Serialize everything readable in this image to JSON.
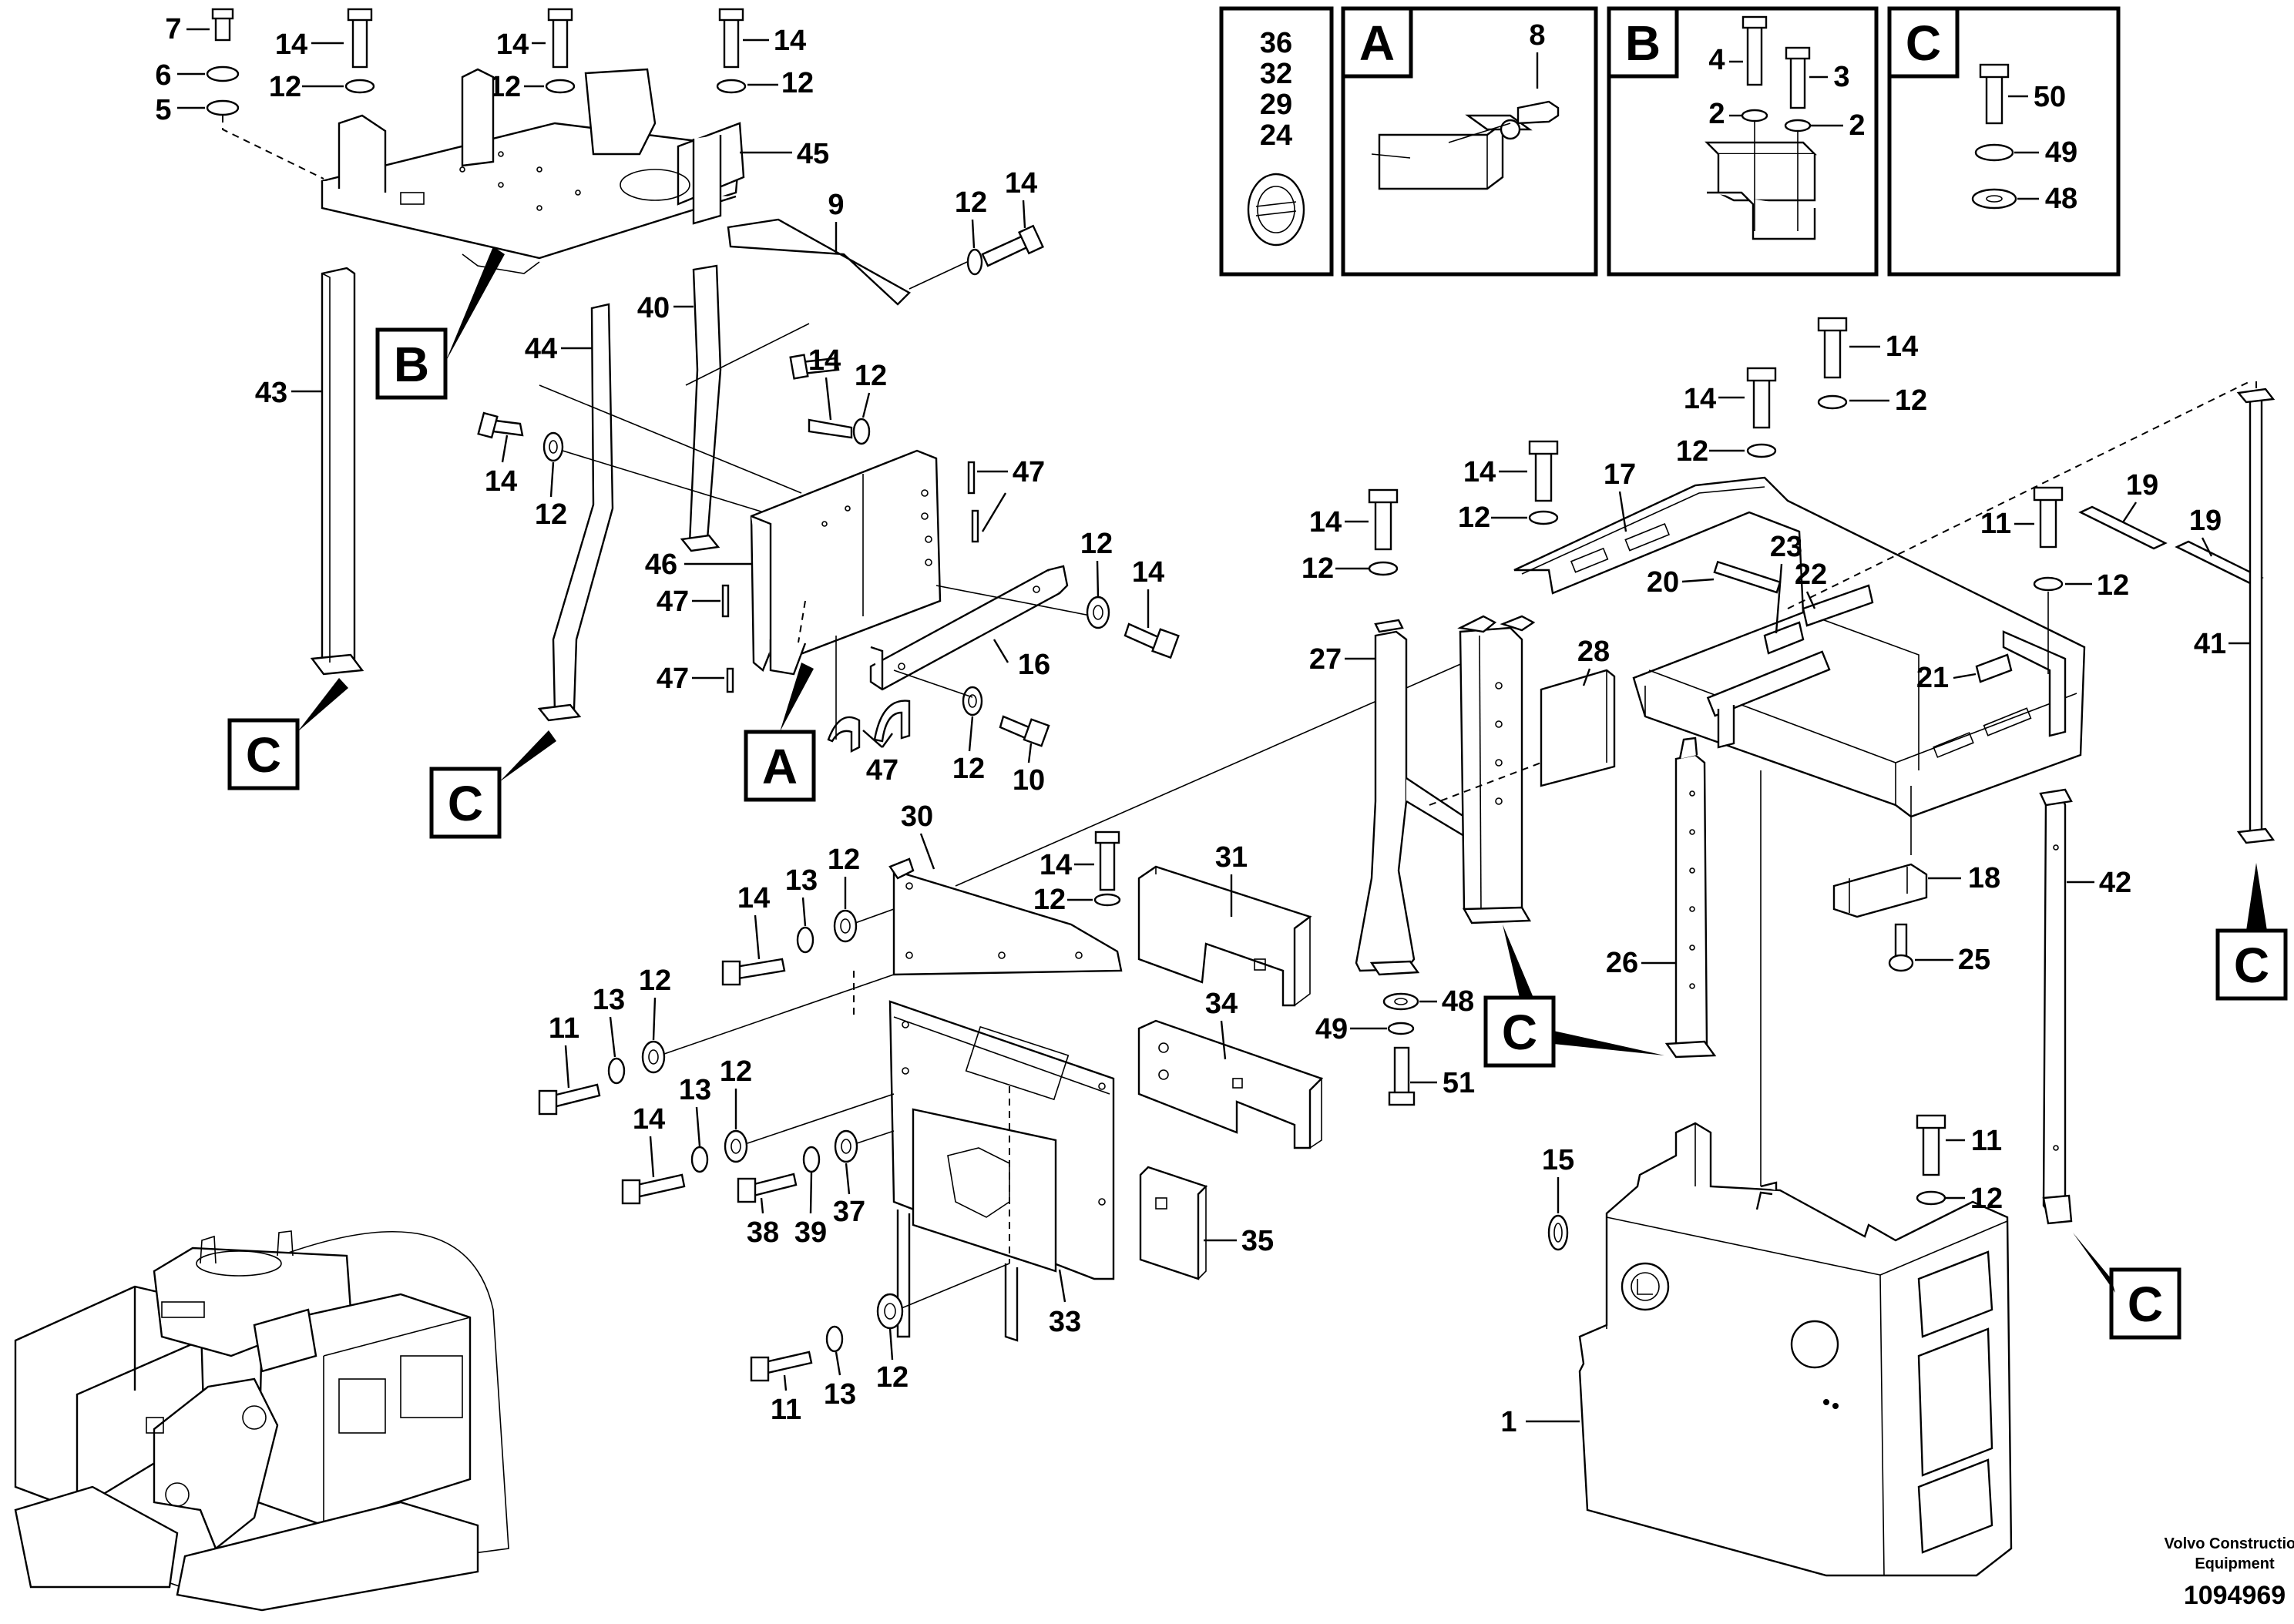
{
  "labels": {
    "n7": "7",
    "n6": "6",
    "n5": "5",
    "n14a": "14",
    "n12a": "12",
    "n14b": "14",
    "n12b": "12",
    "n14c": "14",
    "n12c": "12",
    "n45": "45",
    "n9": "9",
    "n12d": "12",
    "n14d": "14",
    "n40": "40",
    "n44": "44",
    "n43": "43",
    "n14e": "14",
    "n12e": "12",
    "n14f": "14",
    "n12f": "12",
    "n47a": "47",
    "n46": "46",
    "n47b": "47",
    "n12g": "12",
    "n14g": "14",
    "n16": "16",
    "n47c": "47",
    "n47d": "47",
    "n12h": "12",
    "n10": "10",
    "n30": "30",
    "n14h": "14",
    "n12i": "12",
    "n31": "31",
    "n14i": "14",
    "n13a": "13",
    "n12j": "12",
    "n11a": "11",
    "n13b": "13",
    "n12k": "12",
    "n34": "34",
    "n14j": "14",
    "n13c": "13",
    "n12l": "12",
    "n38": "38",
    "n39": "39",
    "n37": "37",
    "n35": "35",
    "n33": "33",
    "n11b": "11",
    "n13d": "13",
    "n12m": "12",
    "n36": "36",
    "n32": "32",
    "n29": "29",
    "n24": "24",
    "n8": "8",
    "n4": "4",
    "n3": "3",
    "n2a": "2",
    "n2b": "2",
    "n50": "50",
    "n49a": "49",
    "n48a": "48",
    "n14k": "14",
    "n12n": "12",
    "n14l": "14",
    "n12o": "12",
    "n14m": "14",
    "n12p": "12",
    "n17": "17",
    "n14n": "14",
    "n12q": "12",
    "n19a": "19",
    "n19b": "19",
    "n11c": "11",
    "n12r": "12",
    "n23": "23",
    "n22": "22",
    "n20": "20",
    "n27": "27",
    "n28": "28",
    "n21": "21",
    "n41": "41",
    "n18": "18",
    "n42": "42",
    "n25": "25",
    "n26": "26",
    "n48b": "48",
    "n49b": "49",
    "n51": "51",
    "n15": "15",
    "n11d": "11",
    "n12s": "12",
    "n1": "1"
  },
  "refs": {
    "callout_b": "B",
    "callout_c1": "C",
    "callout_c2": "C",
    "callout_a": "A",
    "callout_c3": "C",
    "callout_c4": "C",
    "callout_c5": "C",
    "detail_a": "A",
    "detail_b": "B",
    "detail_c": "C"
  },
  "footer": {
    "brand_line1": "Volvo Construction",
    "brand_line2": "Equipment",
    "drawing_number": "1094969"
  }
}
